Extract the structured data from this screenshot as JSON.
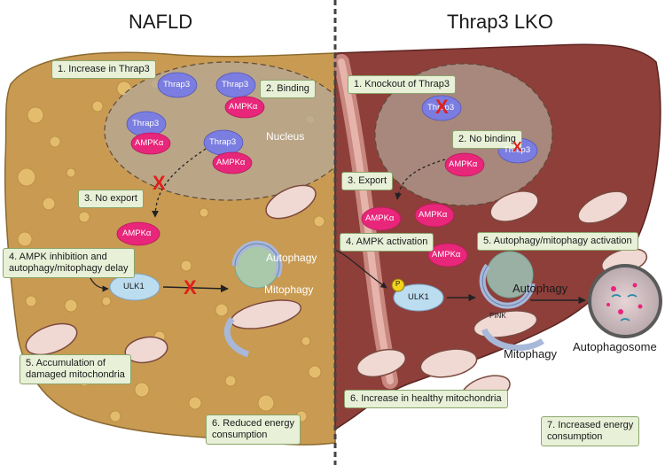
{
  "panels": {
    "left_title": "NAFLD",
    "right_title": "Thrap3 LKO"
  },
  "left_steps": {
    "s1": "1. Increase in Thrap3",
    "s2": "2. Binding",
    "s3": "3. No export",
    "s4_line1": "4. AMPK inhibition and",
    "s4_line2": "autophagy/mitophagy delay",
    "s5_line1": "5. Accumulation of",
    "s5_line2": "damaged mitochondria",
    "s6_line1": "6. Reduced energy",
    "s6_line2": "consumption"
  },
  "right_steps": {
    "s1": "1. Knockout of Thrap3",
    "s2": "2. No binding",
    "s3": "3. Export",
    "s4": "4. AMPK activation",
    "s5": "5. Autophagy/mitophagy activation",
    "s6": "6. Increase in healthy mitochondria",
    "s7_line1": "7. Increased energy",
    "s7_line2": "consumption"
  },
  "labels": {
    "nucleus": "Nucleus",
    "autophagy_left": "Autophagy",
    "mitophagy_left": "Mitophagy",
    "autophagy_right": "Autophagy",
    "mitophagy_right": "Mitophagy",
    "autophagosome": "Autophagosome",
    "thrap3": "Thrap3",
    "ampk": "AMPKα",
    "ulk1": "ULK1",
    "pink": "PINK",
    "phospho": "P",
    "block_mark": "X"
  },
  "colors": {
    "left_liver": "#c99a52",
    "left_liver_dark": "#a87a3a",
    "fat_droplet": "#e8c070",
    "right_liver": "#8e3f3a",
    "right_liver_dark": "#6f2b28",
    "nucleus": "#b4a89a",
    "thrap3": "#7b7de0",
    "ampk": "#e8267a",
    "ulk1": "#bcdcef",
    "step_box": "#e8f0d8",
    "block": "#e0201a"
  }
}
